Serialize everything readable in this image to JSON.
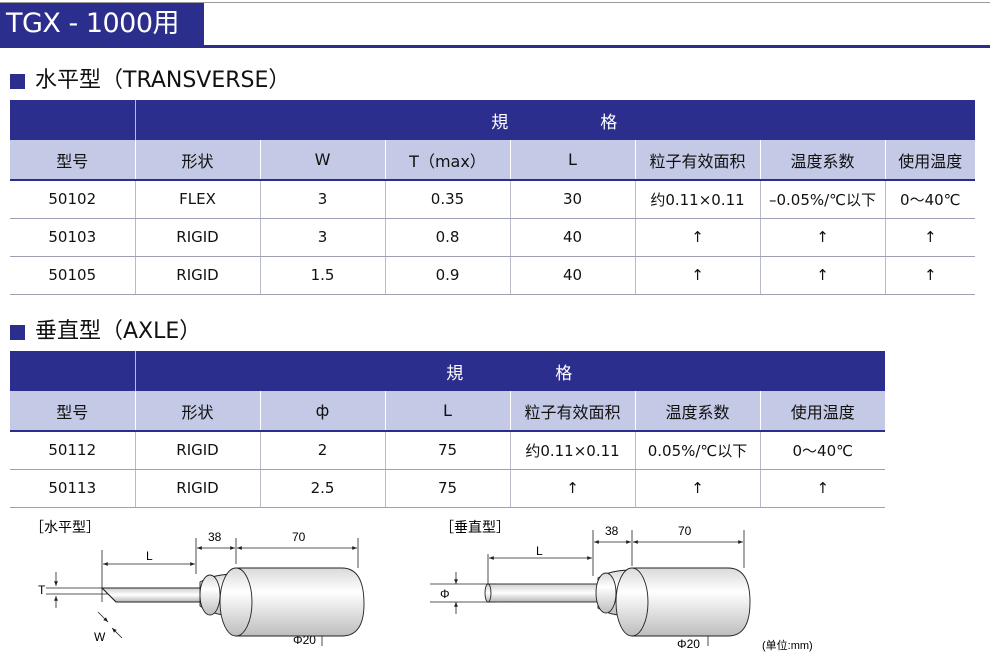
{
  "page_title": "TGX - 1000用",
  "transverse": {
    "heading": "水平型（TRANSVERSE）",
    "spec_header": "規格",
    "spec_header_parts": [
      "規",
      "格"
    ],
    "columns": [
      "型号",
      "形状",
      "W",
      "T（max）",
      "L",
      "粒子有效面积",
      "温度系数",
      "使用温度"
    ],
    "rows": [
      [
        "50102",
        "FLEX",
        "3",
        "0.35",
        "30",
        "约0.11×0.11",
        "–0.05%/℃以下",
        "0～40℃"
      ],
      [
        "50103",
        "RIGID",
        "3",
        "0.8",
        "40",
        "↑",
        "↑",
        "↑"
      ],
      [
        "50105",
        "RIGID",
        "1.5",
        "0.9",
        "40",
        "↑",
        "↑",
        "↑"
      ]
    ]
  },
  "axle": {
    "heading": "垂直型（AXLE）",
    "spec_header_parts": [
      "規",
      "格"
    ],
    "columns": [
      "型号",
      "形状",
      "ф",
      "L",
      "粒子有效面积",
      "温度系数",
      "使用温度"
    ],
    "rows": [
      [
        "50112",
        "RIGID",
        "2",
        "75",
        "约0.11×0.11",
        "0.05%/℃以下",
        "0～40℃"
      ],
      [
        "50113",
        "RIGID",
        "2.5",
        "75",
        "↑",
        "↑",
        "↑"
      ]
    ]
  },
  "drawings": {
    "left_label": "［水平型］",
    "right_label": "［垂直型］",
    "dim_L": "L",
    "dim_38": "38",
    "dim_70": "70",
    "dim_T": "T",
    "dim_W": "W",
    "dim_phi": "Φ",
    "dim_phi20": "Φ20",
    "unit_note": "(单位:mm)"
  }
}
